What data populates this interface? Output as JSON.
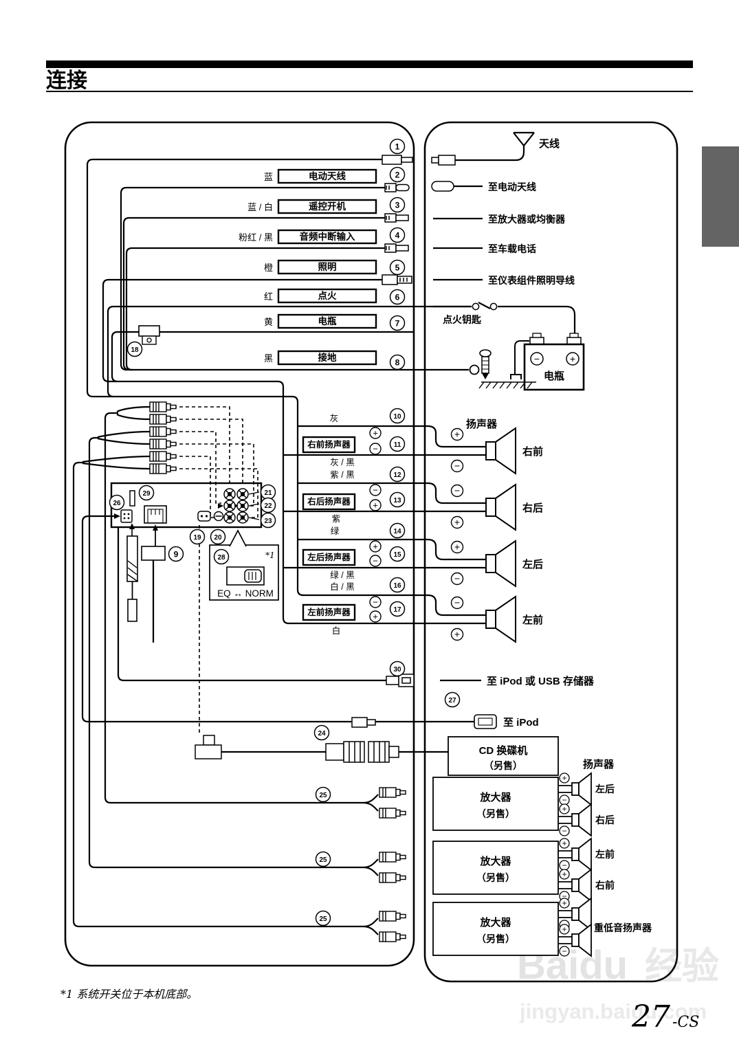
{
  "header": {
    "title": "连接"
  },
  "signs": {
    "plus": "+",
    "minus": "−"
  },
  "nums": {
    "1": "1",
    "2": "2",
    "3": "3",
    "4": "4",
    "5": "5",
    "6": "6",
    "7": "7",
    "8": "8",
    "9": "9",
    "10": "10",
    "11": "11",
    "12": "12",
    "13": "13",
    "14": "14",
    "15": "15",
    "16": "16",
    "17": "17",
    "18": "18",
    "19": "19",
    "20": "20",
    "21": "21",
    "22": "22",
    "23": "23",
    "24": "24",
    "25": "25",
    "26": "26",
    "27": "27",
    "28": "28",
    "29": "29",
    "30": "30"
  },
  "left": {
    "wires": [
      {
        "color": "蓝",
        "label": "电动天线"
      },
      {
        "color": "蓝 / 白",
        "label": "遥控开机"
      },
      {
        "color": "粉红 / 黑",
        "label": "音频中断输入"
      },
      {
        "color": "橙",
        "label": "照明"
      },
      {
        "color": "红",
        "label": "点火"
      },
      {
        "color": "黄",
        "label": "电瓶"
      },
      {
        "color": "黑",
        "label": "接地"
      }
    ],
    "pairs": [
      {
        "top_color": "灰",
        "bottom_color": "灰 / 黑",
        "box": "右前扬声器"
      },
      {
        "top_color": "紫 / 黑",
        "bottom_color": "紫",
        "box": "右后扬声器"
      },
      {
        "top_color": "绿",
        "bottom_color": "绿 / 黑",
        "box": "左后扬声器"
      },
      {
        "top_color": "白 / 黑",
        "bottom_color": "白",
        "box": "左前扬声器"
      }
    ],
    "eq": {
      "ref": "*1",
      "label": "EQ ↔ NORM"
    }
  },
  "right": {
    "antenna": "天线",
    "to_power_antenna": "至电动天线",
    "to_amplifier": "至放大器或均衡器",
    "to_car_phone": "至车载电话",
    "to_illumination": "至仪表组件照明导线",
    "ignition_key": "点火钥匙",
    "battery": "电瓶",
    "speakers_header": "扬声器",
    "speakers": [
      {
        "name": "右前"
      },
      {
        "name": "右后"
      },
      {
        "name": "左后"
      },
      {
        "name": "左前"
      }
    ],
    "to_ipod_usb": "至 iPod 或 USB 存储器",
    "to_ipod": "至 iPod",
    "cd_changer": {
      "line1": "CD 换碟机",
      "line2": "（另售）"
    },
    "amplifier": {
      "line1": "放大器",
      "line2": "（另售）"
    },
    "amps_speaker_header": "扬声器",
    "amp_speakers": [
      "左后",
      "右后",
      "左前",
      "右前"
    ],
    "subwoofer": "重低音扬声器"
  },
  "footer": {
    "footnote": "*1 系统开关位于本机底部。",
    "page": "27",
    "suffix": "-CS"
  },
  "watermark": {
    "brand": "Baidu",
    "brand2": "经验",
    "url": "jingyan.baidu.com"
  },
  "colors": {
    "tab": "#646464",
    "ink": "#000000",
    "watermark": "#e3e3e3"
  }
}
